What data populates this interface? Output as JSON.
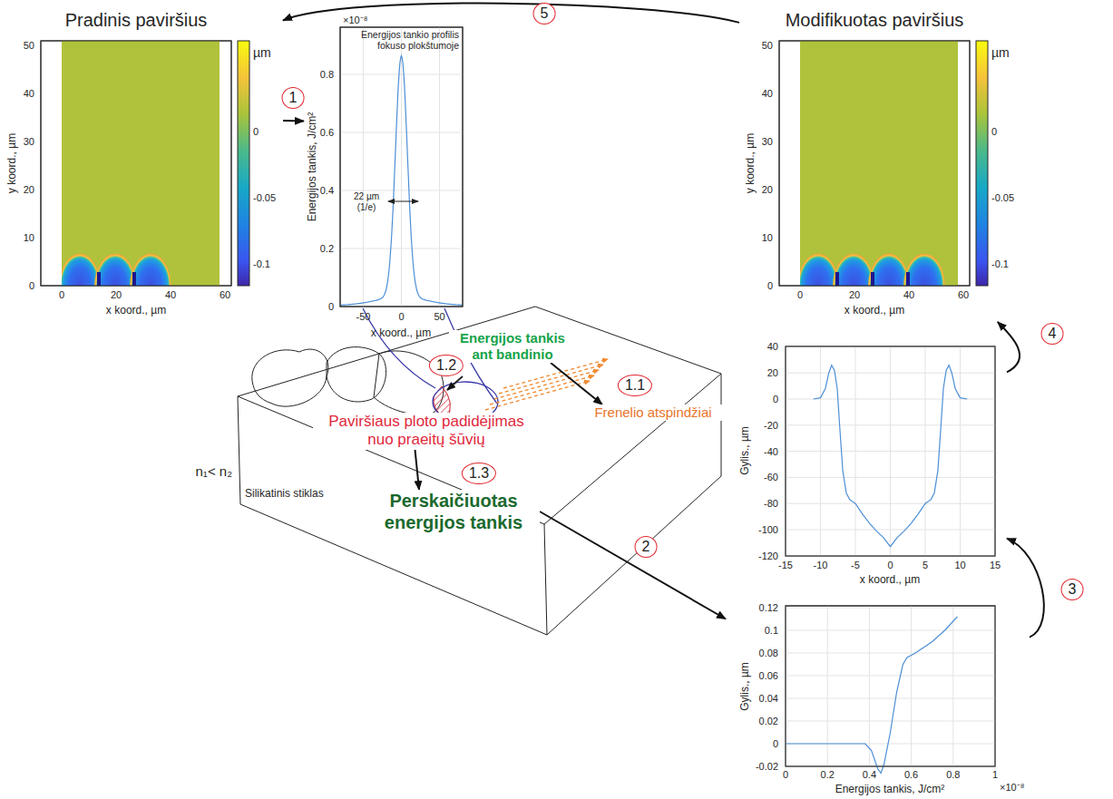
{
  "diagram": {
    "nodes": [
      {
        "text": [
          "Pradinis paviršius",
          "y koord., µm",
          "x koord., µm",
          "µm"
        ]
      },
      {
        "text": [
          "Energijos tankio profilis fokuso plokštumoje",
          "Energijos tankis, J/cm²",
          "x koord., µm"
        ]
      },
      {
        "text": [
          "Modifikuotas paviršius",
          "y koord., µm",
          "x koord., µm",
          "µm"
        ]
      },
      {
        "text": [
          "Gylis., µm",
          "x koord., µm"
        ]
      },
      {
        "text": [
          "Gylis., µm",
          "Energijos tankis, J/cm²"
        ]
      },
      {
        "text": [
          "Energijos tankis ant bandinio"
        ]
      },
      {
        "text": [
          "Frenelio atspindžiai"
        ]
      },
      {
        "text": [
          "Paviršiaus ploto padidėjimas nuo praeitų šūvių"
        ]
      },
      {
        "text": [
          "Perskaičiuotas energijos tankis"
        ]
      }
    ],
    "edges": [
      {
        "from": 2,
        "to": 0,
        "label": "5",
        "arrow": "to"
      },
      {
        "from": 0,
        "to": 1,
        "label": "1",
        "arrow": "to"
      },
      {
        "from": 5,
        "to": 6,
        "label": "1.1",
        "arrow": "to"
      },
      {
        "from": 7,
        "to": 8,
        "label": "1.3",
        "arrow": "to"
      },
      {
        "from": 8,
        "to": 4,
        "label": "2",
        "arrow": "to"
      },
      {
        "from": 4,
        "to": 3,
        "label": "3",
        "arrow": "to"
      },
      {
        "from": 3,
        "to": 2,
        "label": "4",
        "arrow": "to"
      }
    ],
    "labels": [
      "0",
      "10",
      "20",
      "30",
      "40",
      "50",
      "0",
      "20",
      "40",
      "60",
      "0",
      "-0.05",
      "-0.1",
      "×10⁻⁸",
      "0",
      "0.2",
      "0.4",
      "0.6",
      "0.8",
      "-50",
      "0",
      "50",
      "22 µm (1/e)",
      "0",
      "10",
      "20",
      "30",
      "40",
      "50",
      "0",
      "20",
      "40",
      "60",
      "0",
      "-0.05",
      "-0.1",
      "40",
      "20",
      "0",
      "-20",
      "-40",
      "-60",
      "-80",
      "-100",
      "-120",
      "-15",
      "-10",
      "-5",
      "0",
      "5",
      "10",
      "15",
      "0.12",
      "0.1",
      "0.08",
      "0.06",
      "0.04",
      "0.02",
      "0",
      "-0.02",
      "0",
      "0.2",
      "0.4",
      "0.6",
      "0.8",
      "1",
      "×10⁻⁸",
      "n₁< n₂",
      "Silikatinis stiklas",
      "1.2"
    ]
  }
}
